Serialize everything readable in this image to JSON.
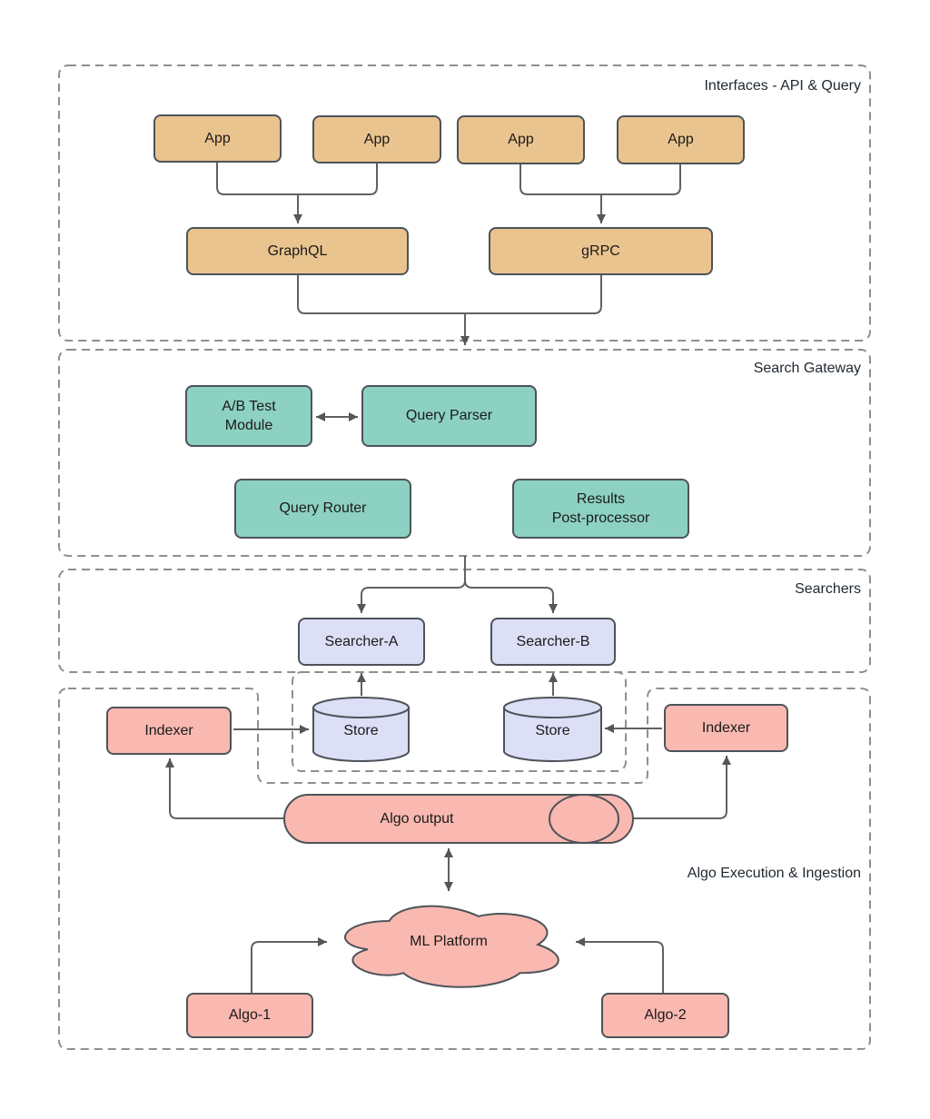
{
  "sections": {
    "interfaces": {
      "label": "Interfaces - API & Query"
    },
    "gateway": {
      "label": "Search Gateway"
    },
    "searchers": {
      "label": "Searchers"
    },
    "algo": {
      "label": "Algo Execution & Ingestion"
    }
  },
  "nodes": {
    "app1": "App",
    "app2": "App",
    "app3": "App",
    "app4": "App",
    "graphql": "GraphQL",
    "grpc": "gRPC",
    "ab_test": "A/B Test\nModule",
    "query_parser": "Query Parser",
    "query_router": "Query Router",
    "results_post": "Results\nPost-processor",
    "searcher_a": "Searcher-A",
    "searcher_b": "Searcher-B",
    "store_a": "Store",
    "store_b": "Store",
    "indexer_left": "Indexer",
    "indexer_right": "Indexer",
    "algo_output": "Algo output",
    "ml_platform": "ML Platform",
    "algo1": "Algo-1",
    "algo2": "Algo-2"
  },
  "colors": {
    "node_orange": "#eac48e",
    "node_teal": "#8dd1c2",
    "node_lavender": "#dcdff6",
    "node_pink": "#f9b9b0",
    "node_border": "#4d5359",
    "connector": "#616161",
    "arrowhead": "#565656",
    "dashed_border": "#8f8f8f",
    "text": "#1a1a1a",
    "background": "#ffffff"
  }
}
